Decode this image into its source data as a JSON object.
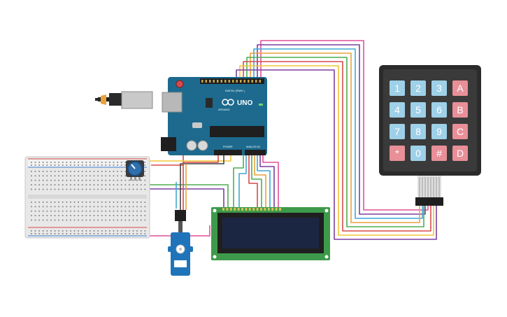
{
  "arduino": {
    "logo": "UNO",
    "brand": "ARDUINO",
    "digital_label": "DIGITAL (PWM~)",
    "power_label": "POWER",
    "analog_label": "ANALOG IN",
    "color": "#1d6a8e"
  },
  "keypad": {
    "keys": [
      [
        "1",
        "2",
        "3",
        "A"
      ],
      [
        "4",
        "5",
        "6",
        "B"
      ],
      [
        "7",
        "8",
        "9",
        "C"
      ],
      [
        "*",
        "0",
        "#",
        "D"
      ]
    ],
    "number_key_color": "#9ed0e8",
    "letter_key_color": "#e88f98",
    "body_color": "#2b2b2b"
  },
  "lcd": {
    "board_color": "#3d9a4a",
    "screen_color": "#1b2742"
  },
  "breadboard": {
    "color": "#e8e8e8"
  },
  "servo": {
    "color": "#1f74b9"
  },
  "wire_colors": [
    "#e24f9a",
    "#7b3fa0",
    "#3fa9d6",
    "#e9a23b",
    "#4caf50",
    "#d84a4a",
    "#f2c534",
    "#b5b5b5"
  ]
}
